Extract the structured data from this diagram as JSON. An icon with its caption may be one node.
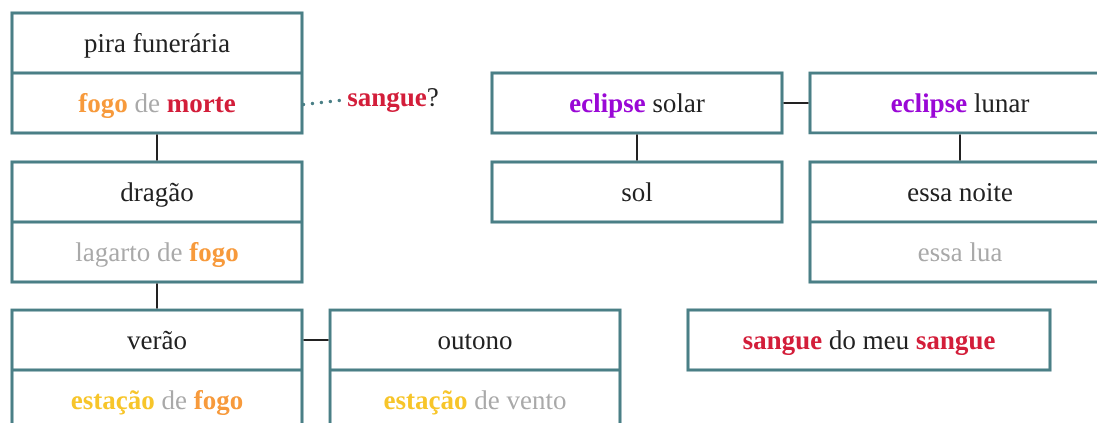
{
  "diagram": {
    "nodes": [
      {
        "text": [
          "pira funerária",
          "**fogo** de **morte**"
        ]
      },
      {
        "text": [
          "**sangue**?"
        ]
      },
      {
        "text": [
          "**eclipse** solar"
        ]
      },
      {
        "text": [
          "**eclipse** lunar"
        ]
      },
      {
        "text": [
          "dragão",
          "lagarto de **fogo**"
        ]
      },
      {
        "text": [
          "sol"
        ]
      },
      {
        "text": [
          "essa noite",
          "essa lua"
        ]
      },
      {
        "text": [
          "verão",
          "**estação** de **fogo**"
        ]
      },
      {
        "text": [
          "outono",
          "**estação** de vento"
        ]
      },
      {
        "text": [
          "**sangue** do meu **sangue**"
        ]
      }
    ],
    "edges": [
      {
        "from": 0,
        "to": 1,
        "arrow": "none",
        "style": "dashed",
        "color": "#4a7f86"
      },
      {
        "from": 0,
        "to": 4,
        "arrow": "none"
      },
      {
        "from": 4,
        "to": 7,
        "arrow": "none"
      },
      {
        "from": 7,
        "to": 8,
        "arrow": "none"
      },
      {
        "from": 2,
        "to": 3,
        "arrow": "none"
      },
      {
        "from": 2,
        "to": 5,
        "arrow": "none"
      },
      {
        "from": 3,
        "to": 6,
        "arrow": "none"
      }
    ]
  }
}
